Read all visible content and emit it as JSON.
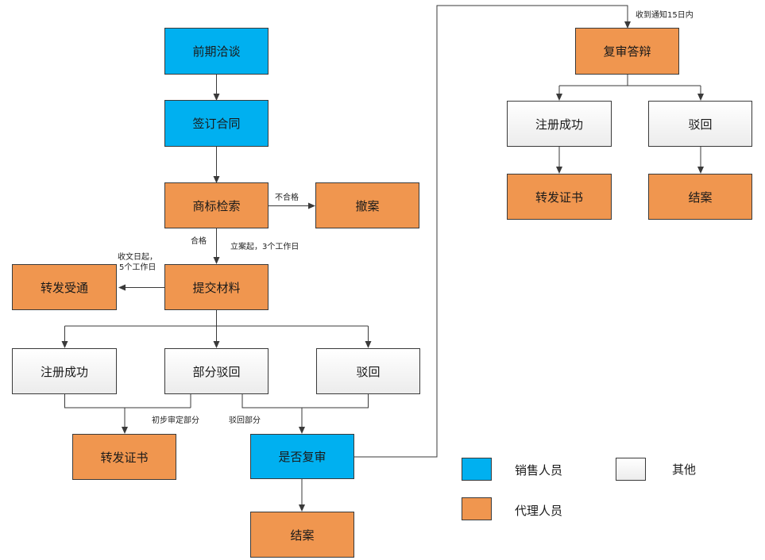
{
  "nodes": {
    "negotiate": "前期洽谈",
    "sign": "签订合同",
    "search": "商标检索",
    "withdraw": "撤案",
    "submit": "提交材料",
    "forward_notice": "转发受通",
    "reg_success": "注册成功",
    "partial_reject": "部分驳回",
    "reject": "驳回",
    "forward_cert": "转发证书",
    "review_q": "是否复审",
    "close": "结案",
    "review_defense": "复审答辩",
    "r_reg_success": "注册成功",
    "r_reject": "驳回",
    "r_forward_cert": "转发证书",
    "r_close": "结案"
  },
  "labels": {
    "unqualified": "不合格",
    "qualified": "合格",
    "filing": "立案起，3个工作日",
    "receipt_line1": "收文日起，",
    "receipt_line2": "5个工作日",
    "initial_part": "初步审定部分",
    "rejected_part": "驳回部分",
    "notice15": "收到通知15日内"
  },
  "legend": {
    "sales": "销售人员",
    "agent": "代理人员",
    "other": "其他"
  },
  "colors": {
    "sales": "#00b0f0",
    "agent": "#f0964f",
    "other": "#f4f4f4"
  }
}
